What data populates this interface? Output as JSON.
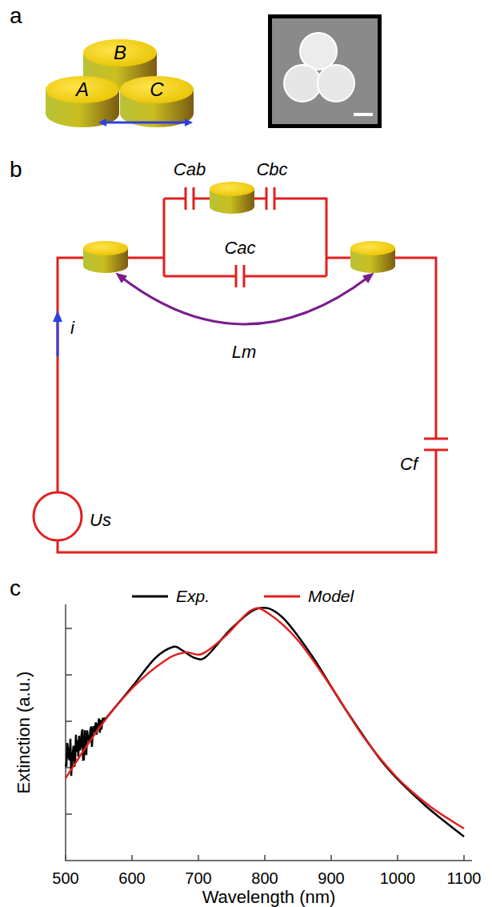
{
  "diagram": {
    "nodes": [
      {
        "text": [
          "A"
        ]
      },
      {
        "text": [
          "B"
        ]
      },
      {
        "text": [
          "C"
        ]
      }
    ],
    "labels": [
      "a",
      "b",
      "c",
      "Cab",
      "Cbc",
      "Cac",
      "i",
      "Us",
      "Lm",
      "Cf",
      "Extinction (a.u.)",
      "500",
      "600",
      "700",
      "800",
      "900",
      "1000",
      "1100",
      "Wavelength (nm)"
    ],
    "legend": [
      {
        "text": "Exp."
      },
      {
        "text": "Model"
      }
    ]
  }
}
